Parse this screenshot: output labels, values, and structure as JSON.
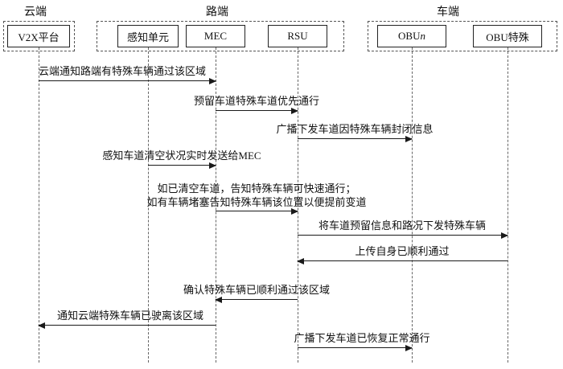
{
  "diagram": {
    "groups": [
      {
        "label": "云端"
      },
      {
        "label": "路端"
      },
      {
        "label": "车端"
      }
    ],
    "entities": [
      {
        "label": "V2X平台",
        "italic_suffix": ""
      },
      {
        "label": "感知单元",
        "italic_suffix": ""
      },
      {
        "label": "MEC",
        "italic_suffix": ""
      },
      {
        "label": "RSU",
        "italic_suffix": ""
      },
      {
        "label": "OBU",
        "italic_suffix": "n"
      },
      {
        "label": "OBU特殊",
        "italic_suffix": ""
      }
    ],
    "messages": [
      {
        "text": "云端通知路端有特殊车辆通过该区域",
        "from": "V2X平台",
        "to": "MEC",
        "direction": "right"
      },
      {
        "text": "预留车道特殊车道优先通行",
        "from": "MEC",
        "to": "RSU",
        "direction": "right"
      },
      {
        "text": "广播下发车道因特殊车辆封闭信息",
        "from": "RSU",
        "to": "OBUn",
        "direction": "right"
      },
      {
        "text": "感知车道清空状况实时发送给MEC",
        "from": "感知单元",
        "to": "MEC",
        "direction": "right"
      },
      {
        "lines": [
          "如已清空车道，告知特殊车辆可快速通行；",
          "如有车辆堵塞告知特殊车辆该位置以便提前变道"
        ],
        "from": "MEC",
        "to": "RSU",
        "direction": "right"
      },
      {
        "text": "将车道预留信息和路况下发特殊车辆",
        "from": "RSU",
        "to": "OBU特殊",
        "direction": "right"
      },
      {
        "text": "上传自身已顺利通过",
        "from": "OBU特殊",
        "to": "RSU",
        "direction": "left"
      },
      {
        "text": "确认特殊车辆已顺利通过该区域",
        "from": "RSU",
        "to": "MEC",
        "direction": "left"
      },
      {
        "text": "通知云端特殊车辆已驶离该区域",
        "from": "MEC",
        "to": "V2X平台",
        "direction": "left"
      },
      {
        "text": "广播下发车道已恢复正常通行",
        "from": "RSU",
        "to": "OBUn",
        "direction": "right"
      }
    ]
  }
}
